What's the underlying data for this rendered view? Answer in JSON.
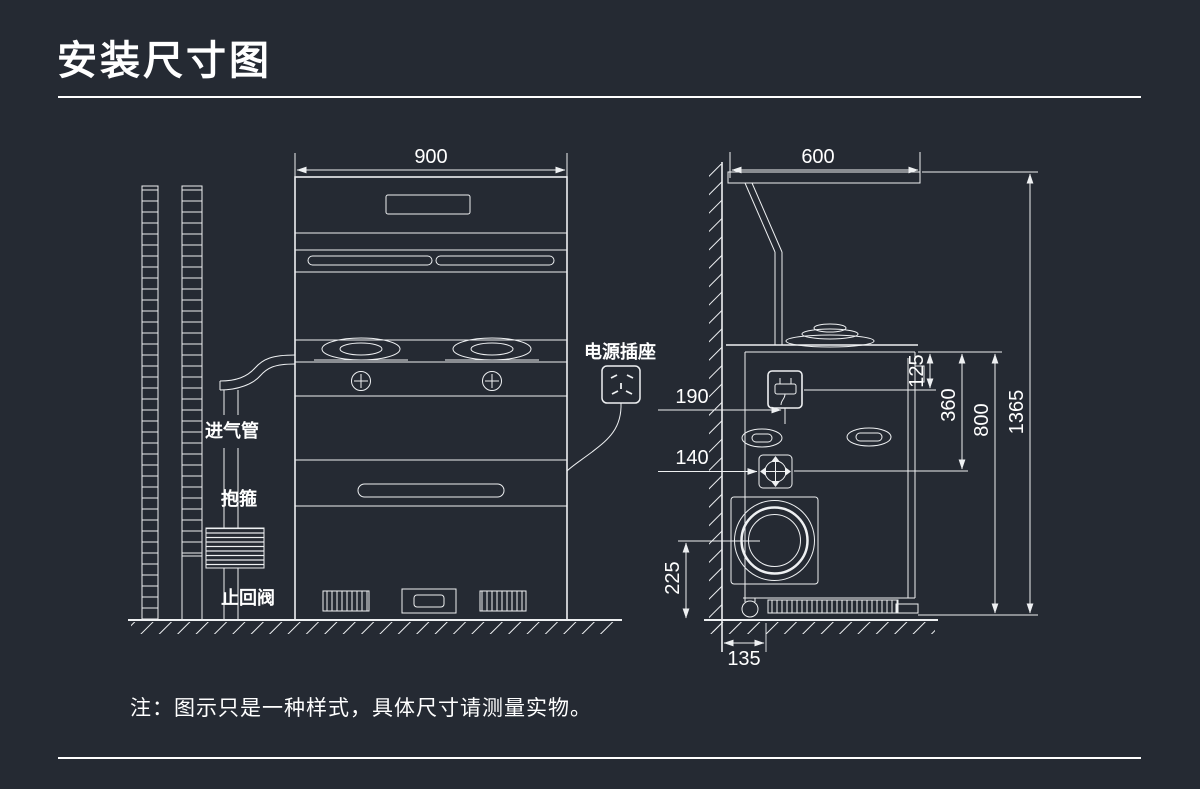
{
  "page": {
    "title": "安装尺寸图",
    "note": "注：图示只是一种样式，具体尺寸请测量实物。"
  },
  "colors": {
    "background": "#252a33",
    "line": "#eef0f2",
    "text": "#ffffff"
  },
  "front": {
    "dim_width": "900",
    "label_power_socket": "电源插座",
    "label_gas_inlet": "进气管",
    "label_clamp": "抱箍",
    "label_check_valve": "止回阀"
  },
  "side": {
    "dim_depth": "600",
    "dim_socket_from_wall": "190",
    "dim_valve_from_wall": "140",
    "dim_flue_center_to_floor": "225",
    "dim_base_from_wall": "135",
    "dim_top_to_socket": "125",
    "dim_top_to_valve": "360",
    "dim_counter_height": "800",
    "dim_total_height": "1365"
  }
}
